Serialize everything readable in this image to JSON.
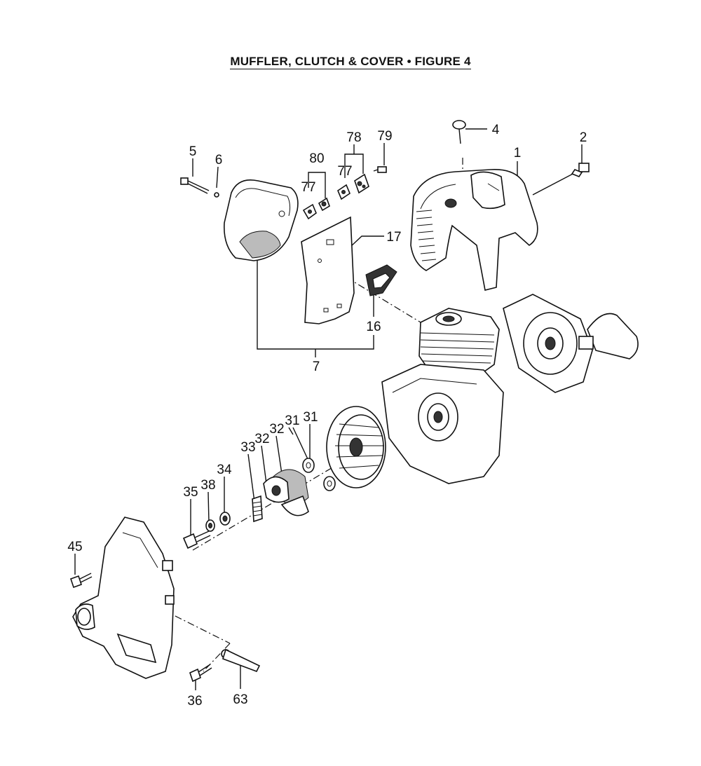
{
  "title": "MUFFLER, CLUTCH & COVER  •  FIGURE 4",
  "callouts": [
    {
      "id": "c1",
      "text": "1"
    },
    {
      "id": "c2",
      "text": "2"
    },
    {
      "id": "c4",
      "text": "4"
    },
    {
      "id": "c5",
      "text": "5"
    },
    {
      "id": "c6",
      "text": "6"
    },
    {
      "id": "c7",
      "text": "7"
    },
    {
      "id": "c16",
      "text": "16"
    },
    {
      "id": "c17",
      "text": "17"
    },
    {
      "id": "c31a",
      "text": "31"
    },
    {
      "id": "c31b",
      "text": "31"
    },
    {
      "id": "c32a",
      "text": "32"
    },
    {
      "id": "c32b",
      "text": "32"
    },
    {
      "id": "c33",
      "text": "33"
    },
    {
      "id": "c34",
      "text": "34"
    },
    {
      "id": "c35",
      "text": "35"
    },
    {
      "id": "c36",
      "text": "36"
    },
    {
      "id": "c38",
      "text": "38"
    },
    {
      "id": "c45",
      "text": "45"
    },
    {
      "id": "c63",
      "text": "63"
    },
    {
      "id": "c77a",
      "text": "77"
    },
    {
      "id": "c77b",
      "text": "77"
    },
    {
      "id": "c78",
      "text": "78"
    },
    {
      "id": "c79",
      "text": "79"
    },
    {
      "id": "c80",
      "text": "80"
    }
  ]
}
